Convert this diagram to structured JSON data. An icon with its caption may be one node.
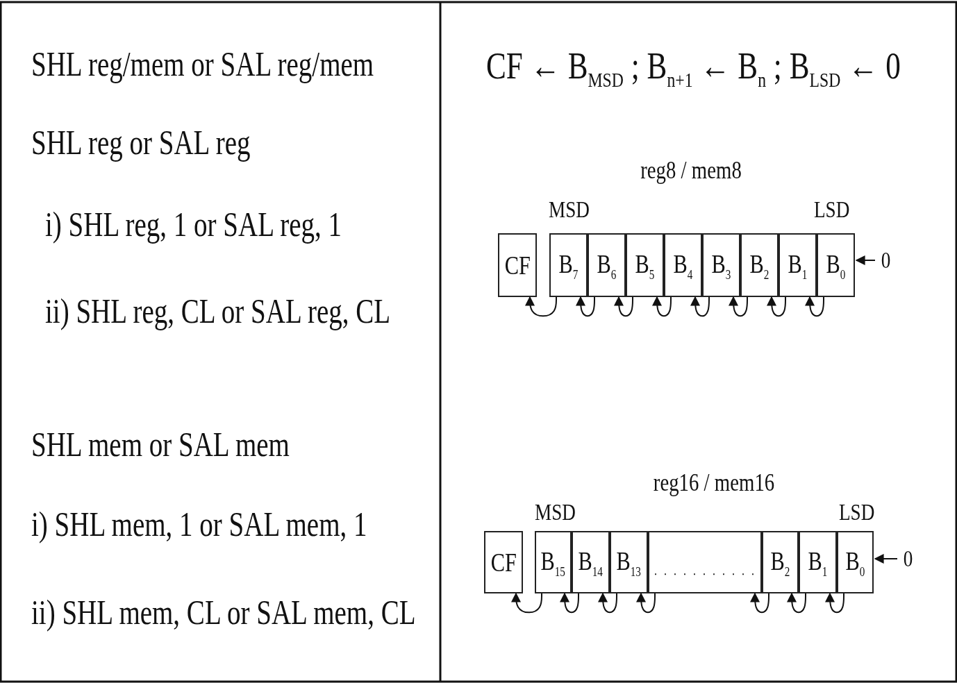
{
  "diagram": {
    "nodes": [
      {
        "text": [
          "CF"
        ]
      },
      {
        "text": [
          "B$_{7}$"
        ]
      },
      {
        "text": [
          "B$_{6}$"
        ]
      },
      {
        "text": [
          "B$_{5}$"
        ]
      },
      {
        "text": [
          "B$_{4}$"
        ]
      },
      {
        "text": [
          "B$_{3}$"
        ]
      },
      {
        "text": [
          "B$_{2}$"
        ]
      },
      {
        "text": [
          "B$_{1}$"
        ]
      },
      {
        "text": [
          "B$_{0}$"
        ]
      },
      {
        "text": [
          "0"
        ]
      },
      {
        "text": [
          "CF"
        ]
      },
      {
        "text": [
          "B$_{15}$"
        ]
      },
      {
        "text": [
          "B$_{14}$"
        ]
      },
      {
        "text": [
          "B$_{13}$"
        ]
      },
      {
        "text": [],
        "shape": "box"
      },
      {
        "text": [
          "B$_{2}$"
        ]
      },
      {
        "text": [
          "B$_{1}$"
        ]
      },
      {
        "text": [
          "B$_{0}$"
        ]
      },
      {
        "text": [
          "0"
        ]
      }
    ],
    "edges": [
      {
        "from": 1,
        "to": 0,
        "arrow": "to"
      },
      {
        "from": 2,
        "to": 1,
        "arrow": "to"
      },
      {
        "from": 3,
        "to": 2,
        "arrow": "to"
      },
      {
        "from": 4,
        "to": 3,
        "arrow": "to"
      },
      {
        "from": 5,
        "to": 4,
        "arrow": "to"
      },
      {
        "from": 6,
        "to": 5,
        "arrow": "to"
      },
      {
        "from": 7,
        "to": 6,
        "arrow": "to"
      },
      {
        "from": 8,
        "to": 7,
        "arrow": "to"
      },
      {
        "from": 9,
        "to": 8,
        "arrow": "to"
      },
      {
        "from": 11,
        "to": 10,
        "arrow": "to"
      },
      {
        "from": 12,
        "to": 11,
        "arrow": "to"
      },
      {
        "from": 13,
        "to": 12,
        "arrow": "to"
      },
      {
        "from": 14,
        "to": 13,
        "arrow": "to"
      },
      {
        "from": 15,
        "to": 14,
        "arrow": "to"
      },
      {
        "from": 16,
        "to": 15,
        "arrow": "to"
      },
      {
        "from": 17,
        "to": 16,
        "arrow": "to"
      },
      {
        "from": 18,
        "to": 17,
        "arrow": "to"
      }
    ],
    "labels": [
      "SHL reg/mem or SAL reg/mem",
      "CF ← B$_{MSD}$ ; B$_{n+1}$ ← B$_{n}$ ; B$_{LSD}$ ← 0",
      "SHL reg or SAL reg",
      "reg8 / mem8",
      "MSD",
      "LSD",
      "i) SHL reg, 1 or SAL reg, 1",
      "ii) SHL reg, CL or SAL reg, CL",
      "SHL mem or SAL mem",
      "reg16 / mem16",
      "MSD",
      "LSD",
      "i) SHL mem, 1 or SAL mem, 1",
      "ii) SHL mem, CL or SAL mem, CL"
    ]
  }
}
